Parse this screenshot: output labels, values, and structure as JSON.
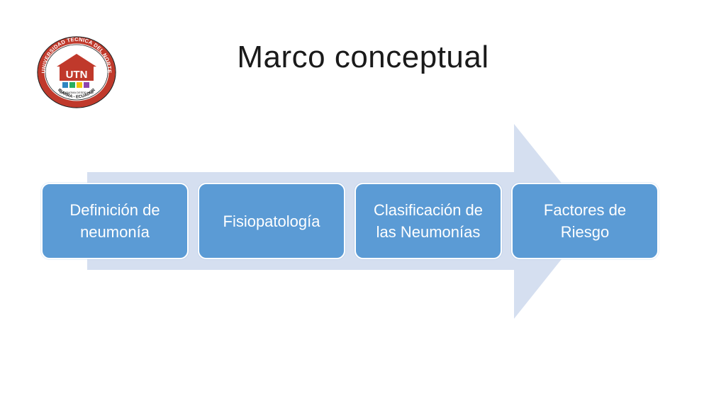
{
  "slide": {
    "title": "Marco conceptual"
  },
  "logo": {
    "ring_text_top": "UNIVERSIDAD TECNICA DEL NORTE",
    "ring_text_bottom": "IBARRA - ECUADOR",
    "monogram": "UTN",
    "inner_text": "AUTONOMA DESDE 1986",
    "colors": {
      "ring": "#c0392b",
      "text": "#1a1a1a"
    }
  },
  "process": {
    "steps": [
      {
        "label": "Definición de neumonía"
      },
      {
        "label": "Fisiopatología"
      },
      {
        "label": "Clasificación de las Neumonías"
      },
      {
        "label": "Factores de Riesgo"
      }
    ],
    "colors": {
      "box": "#5b9bd5",
      "arrow": "#d5dff0",
      "text": "#ffffff"
    }
  }
}
